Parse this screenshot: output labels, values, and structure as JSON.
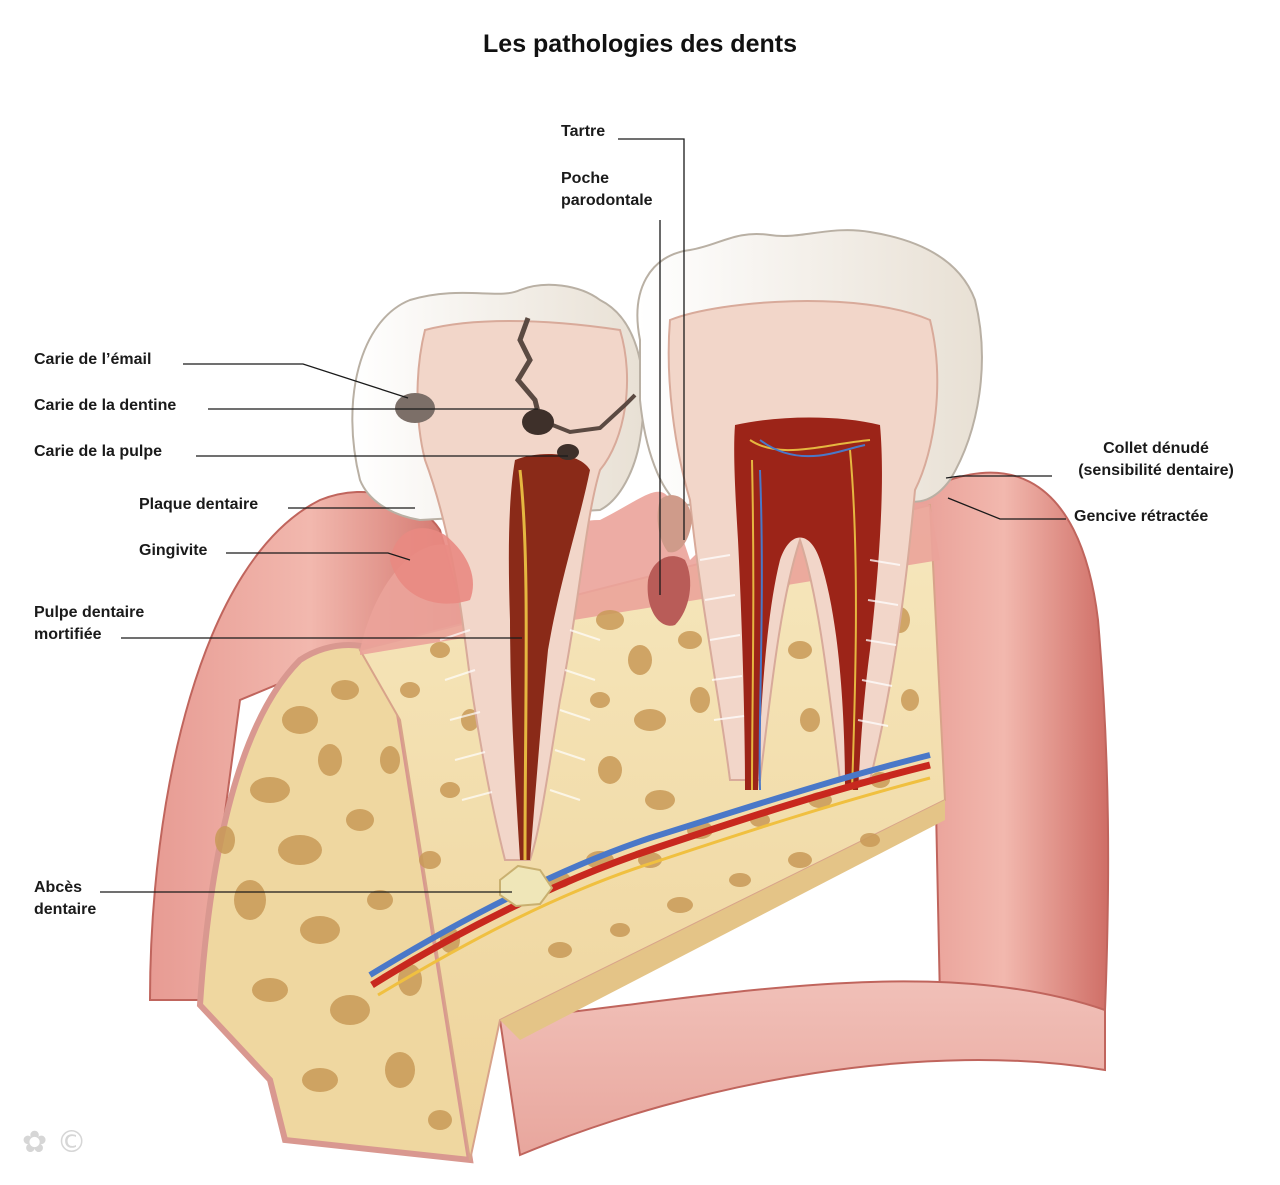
{
  "title": "Les pathologies des dents",
  "labels": {
    "tartre": "Tartre",
    "poche": "Poche\nparodontale",
    "carie_email": "Carie de l’émail",
    "carie_dentine": "Carie de la dentine",
    "carie_pulpe": "Carie de la pulpe",
    "plaque": "Plaque dentaire",
    "gingivite": "Gingivite",
    "pulpe_mortifiee": "Pulpe dentaire\nmortifiée",
    "abces": "Abcès\ndentaire",
    "collet": "Collet dénudé\n(sensibilité dentaire)",
    "gencive": "Gencive rétractée"
  },
  "colors": {
    "gum": "#d97a72",
    "gum_light": "#f2c4bb",
    "bone": "#f1deaa",
    "bone_hole": "#c99a58",
    "enamel": "#f6f2ea",
    "dentin": "#f2d8cc",
    "pulp": "#a52a1e",
    "vein": "#4a78c8",
    "artery": "#c8281e",
    "nerve": "#f0c040"
  }
}
